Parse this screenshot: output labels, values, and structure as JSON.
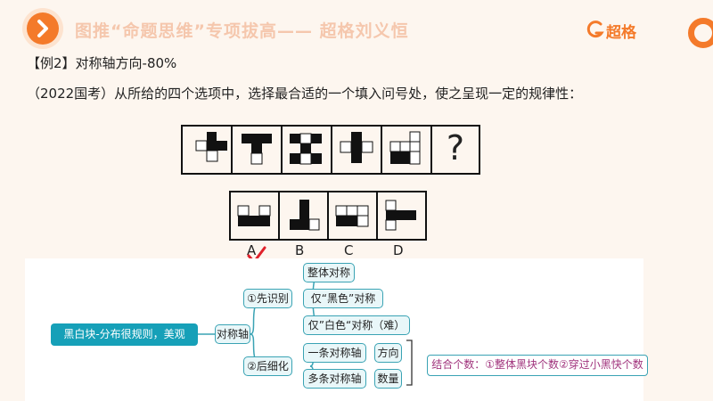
{
  "header": {
    "title": "图推“命题思维”专项拔高—— 超格刘义恒",
    "logo_text": "超格"
  },
  "example": {
    "title": "【例2】对称轴方向-80%",
    "question": "（2022国考）从所给的四个选项中，选择最合适的一个填入问号处，使之呈现一定的规律性："
  },
  "puzzle": {
    "question_mark": "?",
    "options": [
      "A",
      "B",
      "C",
      "D"
    ],
    "marked_answer": "A"
  },
  "mindmap": {
    "root": "黑白块-分布很规则，美观",
    "axis": "对称轴",
    "step1": "①先识别",
    "step1_items": [
      "整体对称",
      "仅“黑色”对称",
      "仅”白色“对称（难）"
    ],
    "step2": "②后细化",
    "step2_items": [
      "一条对称轴",
      "多条对称轴"
    ],
    "step2_results": [
      "方向",
      "数量"
    ],
    "note": "结合个数：①整体黑块个数②穿过小黑快个数"
  },
  "colors": {
    "accent": "#f47a2a",
    "node_border": "#3aa3b4",
    "root_fill": "#16a0b8",
    "note_text": "#a0337c",
    "check": "#e0212b"
  }
}
